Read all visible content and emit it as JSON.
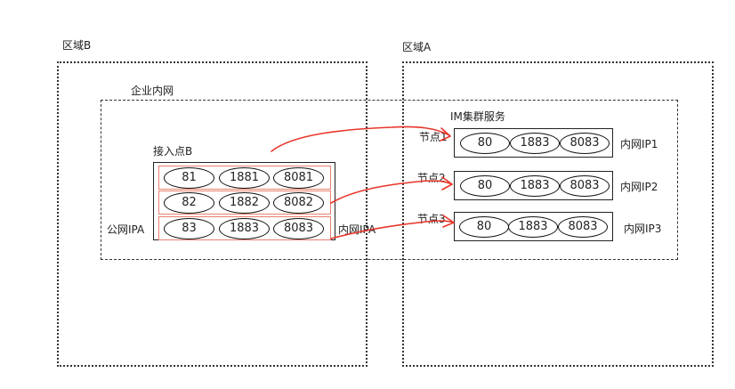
{
  "regions": {
    "region_b": {
      "label": "区域B"
    },
    "region_a": {
      "label": "区域A"
    }
  },
  "intranet": {
    "label": "企业内网"
  },
  "access_point": {
    "label": "接入点B",
    "public_ip_label": "公网IPA",
    "private_ip_label": "内网IPA",
    "rows": [
      [
        "81",
        "1881",
        "8081"
      ],
      [
        "82",
        "1882",
        "8082"
      ],
      [
        "83",
        "1883",
        "8083"
      ]
    ]
  },
  "im_cluster": {
    "label": "IM集群服务",
    "nodes": [
      {
        "label": "节点1",
        "ip": "内网IP1",
        "ports": [
          "80",
          "1883",
          "8083"
        ]
      },
      {
        "label": "节点2",
        "ip": "内网IP2",
        "ports": [
          "80",
          "1883",
          "8083"
        ]
      },
      {
        "label": "节点3",
        "ip": "内网IP3",
        "ports": [
          "80",
          "1883",
          "8083"
        ]
      }
    ]
  },
  "colors": {
    "arrow": "#e8352a",
    "outline": "#222222",
    "row_border": "#e8806e"
  }
}
